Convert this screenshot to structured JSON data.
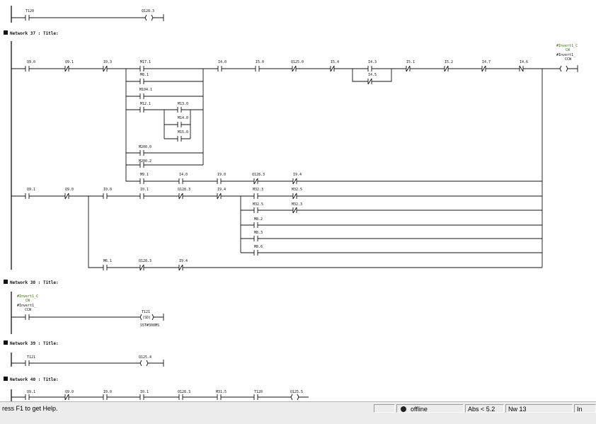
{
  "prev_network": {
    "t_contact": "T120",
    "coil": "Q128.3"
  },
  "network_37": {
    "header": "Network 37 : Title:",
    "rung1": [
      "Q9.0",
      "Q9.1",
      "I0.3",
      "M17.1",
      "I4.0",
      "I5.0",
      "Q125.0",
      "I5.4",
      "I4.3",
      "I5.1",
      "I5.2",
      "I4.7",
      "I4.6"
    ],
    "branch_m17": [
      "M8.1",
      "M104.1",
      "M12.1",
      "M13.0",
      "M14.0",
      "M15.0",
      "M200.0",
      "M200.2"
    ],
    "branch_i43": "I4.5",
    "row_m91": [
      "M9.1",
      "I4.0",
      "I9.0",
      "Q128.3",
      "I9.4"
    ],
    "rung2": [
      "Q9.1",
      "Q9.0",
      "I0.0",
      "I0.1",
      "Q128.3",
      "I9.4",
      "M32.3",
      "M32.5"
    ],
    "branch_m32": [
      "M32.5",
      "M32.3",
      "M8.2",
      "M8.3",
      "M8.6"
    ],
    "row_m61": [
      "M6.1",
      "Q128.3",
      "I9.4"
    ],
    "coil_green1": "#Invert1_C",
    "coil_green2": "CW",
    "coil_sym1": "#Invert1_",
    "coil_sym2": "CCW"
  },
  "network_38": {
    "header": "Network 38 : Title:",
    "contact_green1": "#Invert1_C",
    "contact_green2": "CW",
    "contact_sym1": "#Invert1_",
    "contact_sym2": "CCW",
    "timer": "T121",
    "timer_coil": "(SD)",
    "timer_preset": "S5T#300MS"
  },
  "network_39": {
    "header": "Network 39 : Title:",
    "contact": "T121",
    "coil": "Q125.4"
  },
  "network_40": {
    "header": "Network 40 : Title:",
    "contacts": [
      "Q9.1",
      "Q9.0",
      "I0.0",
      "I0.1",
      "Q128.3",
      "M31.5",
      "T120",
      "Q125.5"
    ]
  },
  "status": {
    "help": "ress F1 to get Help.",
    "mode": "offline",
    "abs": "Abs < 5.2",
    "nw": "Nw 13",
    "extra": "In"
  }
}
